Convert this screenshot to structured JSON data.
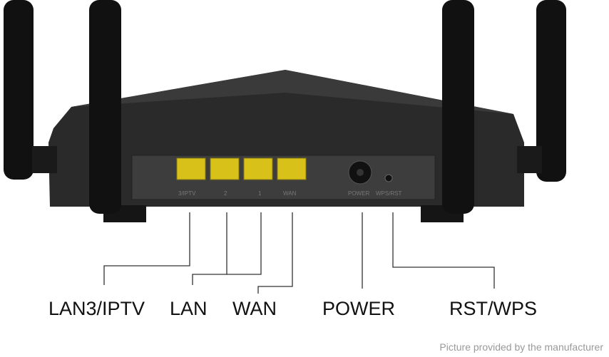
{
  "callouts": {
    "lan3_iptv": "LAN3/IPTV",
    "lan": "LAN",
    "wan": "WAN",
    "power": "POWER",
    "rst_wps": "RST/WPS"
  },
  "port_labels": {
    "p3": "3/IPTV",
    "p2": "2",
    "p1": "1",
    "wan": "WAN",
    "power": "POWER",
    "wps": "WPS/RST"
  },
  "credit": "Picture provided by the manufacturer",
  "colors": {
    "port": "#d8c21a",
    "body": "#1c1c1c"
  }
}
